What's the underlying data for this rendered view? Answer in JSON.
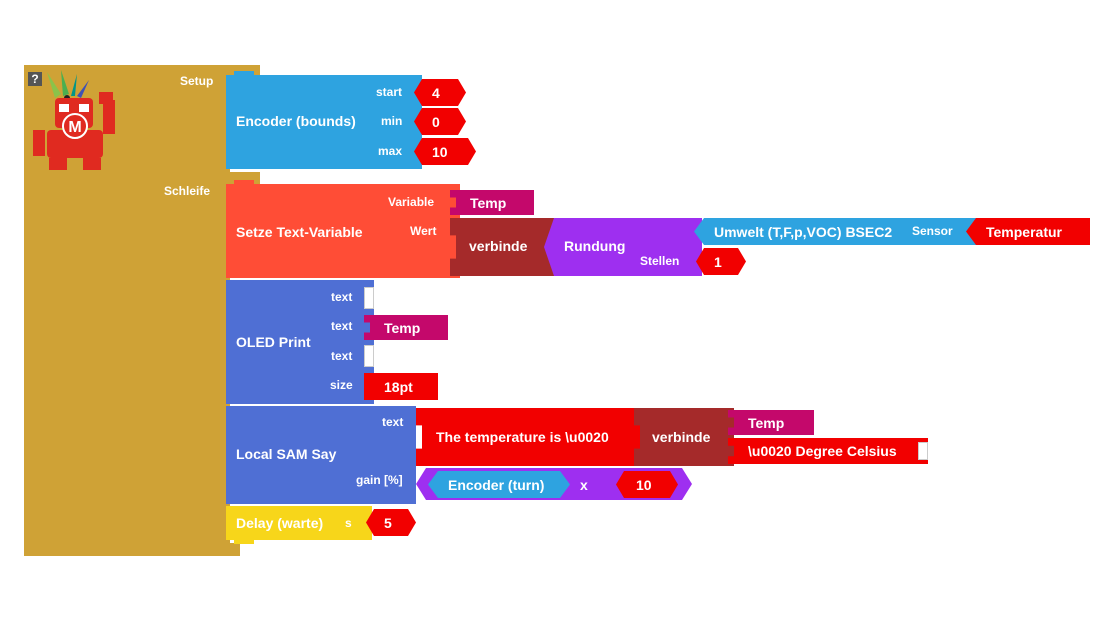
{
  "colors": {
    "main": "#cfa236",
    "encoder": "#2ea3e0",
    "setze": "#ff4d36",
    "oled": "#4f6fd4",
    "sam": "#4f6fd4",
    "delay": "#f7d61a",
    "number": "#f20000",
    "variable": "#c4086b",
    "verbinde": "#a52a2a",
    "rundung": "#9e2ff0",
    "umwelt": "#2ea3e0"
  },
  "main_block": {
    "help": "?",
    "setup_label": "Setup",
    "loop_label": "Schleife",
    "logo": "maker-robot-logo"
  },
  "encoder": {
    "title": "Encoder (bounds)",
    "start_label": "start",
    "start": "4",
    "min_label": "min",
    "min": "0",
    "max_label": "max",
    "max": "10"
  },
  "setze": {
    "title": "Setze Text-Variable",
    "variable_label": "Variable",
    "variable": "Temp",
    "wert_label": "Wert",
    "verbinde": "verbinde",
    "rundung": "Rundung",
    "stellen_label": "Stellen",
    "stellen": "1",
    "umwelt": "Umwelt (T,F,p,VOC) BSEC2",
    "sensor_label": "Sensor",
    "sensor": "Temperatur"
  },
  "oled": {
    "title": "OLED Print",
    "text1_label": "text",
    "text2_label": "text",
    "text2": "Temp",
    "text3_label": "text",
    "size_label": "size",
    "size": "18pt"
  },
  "sam": {
    "title": "Local SAM Say",
    "text_label": "text",
    "text": "The temperature is \\u0020",
    "verbinde": "verbinde",
    "join1": "Temp",
    "join2": "\\u0020 Degree Celsius",
    "gain_label": "gain [%]",
    "encoder_turn": "Encoder (turn)",
    "op": "x",
    "factor": "10"
  },
  "delay": {
    "title": "Delay (warte)",
    "unit_label": "s",
    "value": "5"
  }
}
